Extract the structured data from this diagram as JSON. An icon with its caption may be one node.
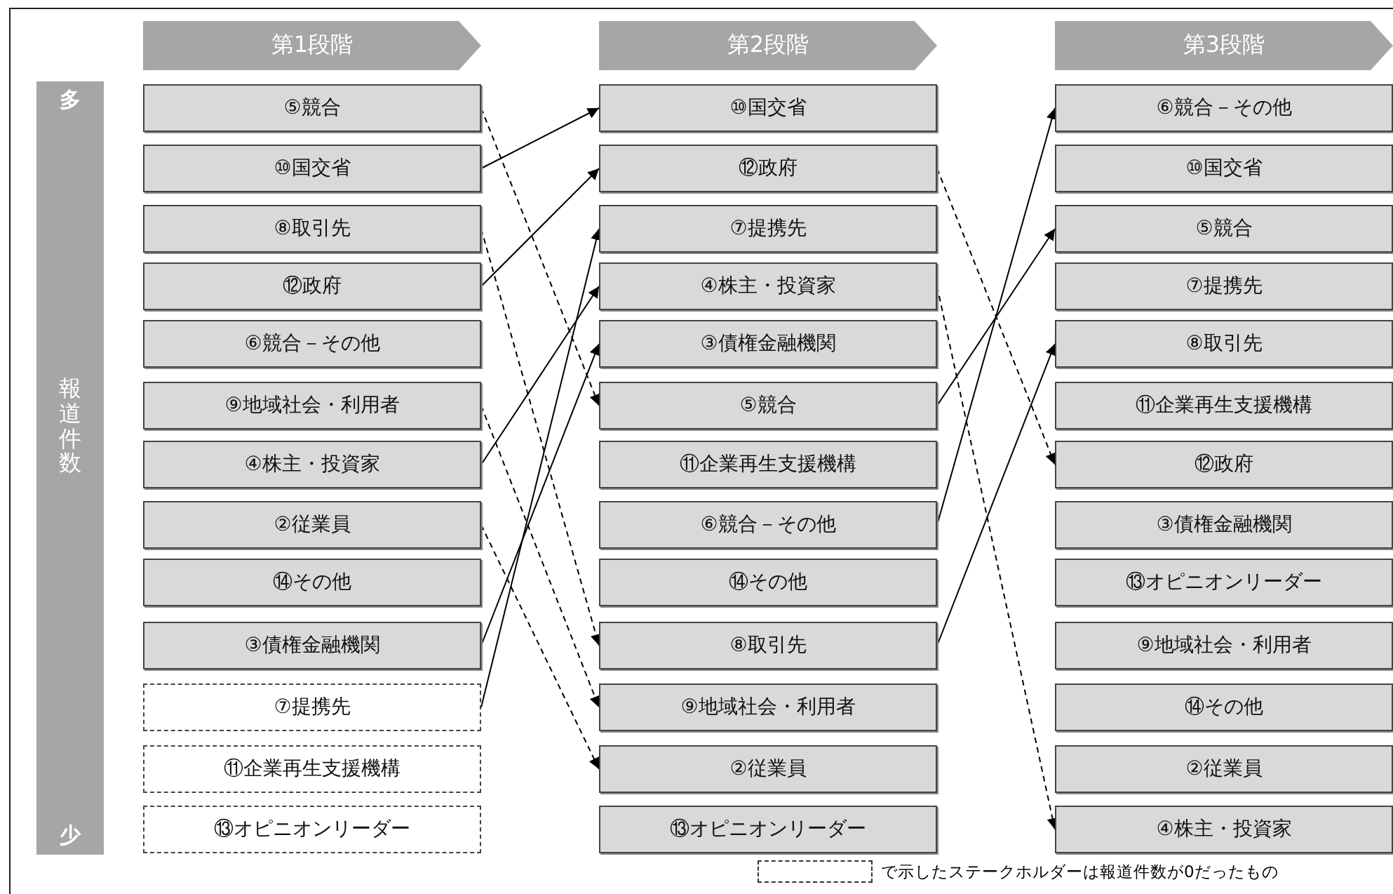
{
  "diagram": {
    "nodes": [
      {
        "text": [
          "第1段階"
        ]
      },
      {
        "text": [
          "第2段階"
        ]
      },
      {
        "text": [
          "第3段階"
        ]
      },
      {
        "text": [
          "多",
          "報道件数",
          "少"
        ]
      },
      {
        "text": [
          "⑤競合"
        ]
      },
      {
        "text": [
          "⑩国交省"
        ]
      },
      {
        "text": [
          "⑧取引先"
        ]
      },
      {
        "text": [
          "⑫政府"
        ]
      },
      {
        "text": [
          "⑥競合－その他"
        ]
      },
      {
        "text": [
          "⑨地域社会・利用者"
        ]
      },
      {
        "text": [
          "④株主・投資家"
        ]
      },
      {
        "text": [
          "②従業員"
        ]
      },
      {
        "text": [
          "⑭その他"
        ]
      },
      {
        "text": [
          "③債権金融機関"
        ]
      },
      {
        "text": [
          "⑦提携先"
        ]
      },
      {
        "text": [
          "⑪企業再生支援機構"
        ]
      },
      {
        "text": [
          "⑬オピニオンリーダー"
        ]
      },
      {
        "text": [
          "⑩国交省"
        ]
      },
      {
        "text": [
          "⑫政府"
        ]
      },
      {
        "text": [
          "⑦提携先"
        ]
      },
      {
        "text": [
          "④株主・投資家"
        ]
      },
      {
        "text": [
          "③債権金融機関"
        ]
      },
      {
        "text": [
          "⑤競合"
        ]
      },
      {
        "text": [
          "⑪企業再生支援機構"
        ]
      },
      {
        "text": [
          "⑥競合－その他"
        ]
      },
      {
        "text": [
          "⑭その他"
        ]
      },
      {
        "text": [
          "⑧取引先"
        ]
      },
      {
        "text": [
          "⑨地域社会・利用者"
        ]
      },
      {
        "text": [
          "②従業員"
        ]
      },
      {
        "text": [
          "⑬オピニオンリーダー"
        ]
      },
      {
        "text": [
          "⑥競合－その他"
        ]
      },
      {
        "text": [
          "⑩国交省"
        ]
      },
      {
        "text": [
          "⑤競合"
        ]
      },
      {
        "text": [
          "⑦提携先"
        ]
      },
      {
        "text": [
          "⑧取引先"
        ]
      },
      {
        "text": [
          "⑪企業再生支援機構"
        ]
      },
      {
        "text": [
          "⑫政府"
        ]
      },
      {
        "text": [
          "③債権金融機関"
        ]
      },
      {
        "text": [
          "⑬オピニオンリーダー"
        ]
      },
      {
        "text": [
          "⑨地域社会・利用者"
        ]
      },
      {
        "text": [
          "⑭その他"
        ]
      },
      {
        "text": [
          "②従業員"
        ]
      },
      {
        "text": [
          "④株主・投資家"
        ]
      }
    ],
    "edges": [
      {
        "from": 4,
        "to": 22,
        "arrow": "to",
        "style": "dashed"
      },
      {
        "from": 5,
        "to": 17,
        "arrow": "to"
      },
      {
        "from": 6,
        "to": 26,
        "arrow": "to",
        "style": "dashed"
      },
      {
        "from": 7,
        "to": 18,
        "arrow": "to"
      },
      {
        "from": 9,
        "to": 27,
        "arrow": "to",
        "style": "dashed"
      },
      {
        "from": 10,
        "to": 20,
        "arrow": "to"
      },
      {
        "from": 11,
        "to": 28,
        "arrow": "to",
        "style": "dashed"
      },
      {
        "from": 13,
        "to": 21,
        "arrow": "to"
      },
      {
        "from": 14,
        "to": 19,
        "arrow": "to"
      },
      {
        "from": 18,
        "to": 36,
        "arrow": "to",
        "style": "dashed"
      },
      {
        "from": 20,
        "to": 42,
        "arrow": "to",
        "style": "dashed"
      },
      {
        "from": 22,
        "to": 32,
        "arrow": "to"
      },
      {
        "from": 24,
        "to": 30,
        "arrow": "to"
      },
      {
        "from": 26,
        "to": 34,
        "arrow": "to"
      }
    ],
    "legend": [
      {
        "text": "で示したステークホルダーは報道件数が0だったもの"
      }
    ]
  }
}
